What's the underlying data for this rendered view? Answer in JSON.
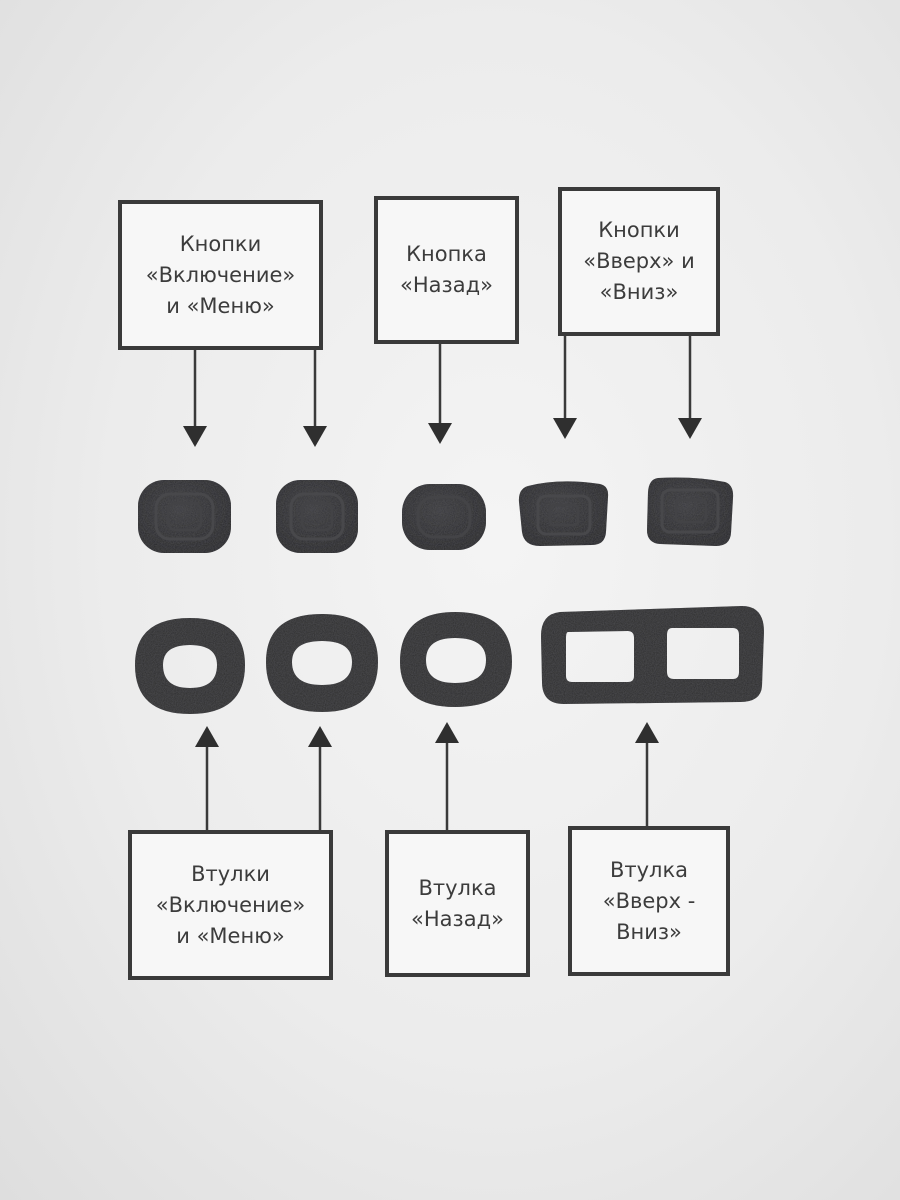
{
  "top_labels": [
    {
      "id": "power-menu-buttons",
      "lines": [
        "Кнопки",
        "«Включение»",
        "и «Меню»"
      ]
    },
    {
      "id": "back-button",
      "lines": [
        "Кнопка",
        "«Назад»"
      ]
    },
    {
      "id": "up-down-buttons",
      "lines": [
        "Кнопки",
        "«Вверх» и",
        "«Вниз»"
      ]
    }
  ],
  "bottom_labels": [
    {
      "id": "power-menu-bushings",
      "lines": [
        "Втулки",
        "«Включение»",
        "и «Меню»"
      ]
    },
    {
      "id": "back-bushing",
      "lines": [
        "Втулка",
        "«Назад»"
      ]
    },
    {
      "id": "up-down-bushing",
      "lines": [
        "Втулка",
        "«Вверх -",
        "Вниз»"
      ]
    }
  ],
  "colors": {
    "paper": "#ececec",
    "box_border": "#3a3a3a",
    "text": "#3c3c3c",
    "part": "#2c2c2e",
    "arrow": "#3a3a3a"
  }
}
